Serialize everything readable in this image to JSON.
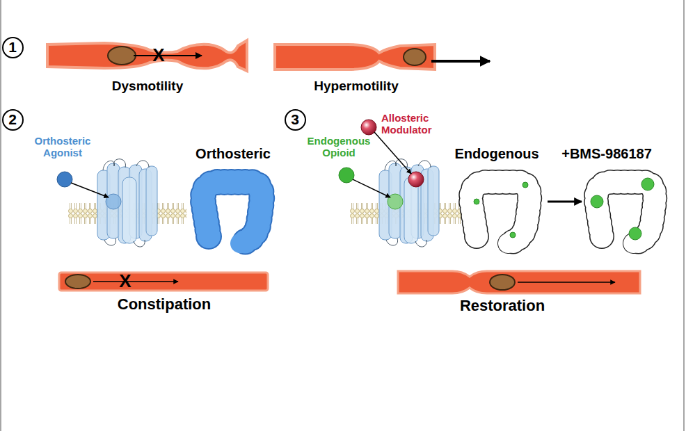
{
  "diagram": {
    "nodes": [
      {
        "text": [
          "1"
        ]
      },
      {
        "text": [
          "2"
        ]
      },
      {
        "text": [
          "3"
        ]
      }
    ],
    "labels": [
      "X",
      "Dysmotility",
      "Hypermotility",
      "Orthosteric Agonist",
      "Orthosteric",
      "X",
      "Constipation",
      "Allosteric Modulator",
      "Endogenous Opioid",
      "Endogenous",
      "+BMS-986187",
      "Restoration"
    ]
  }
}
